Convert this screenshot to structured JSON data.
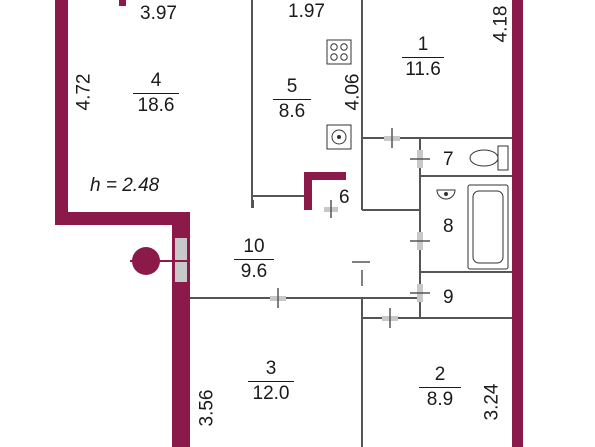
{
  "plan": {
    "colors": {
      "wall": "#8b1a4b",
      "thin_wall": "#555555",
      "door_gap": "#c8c8c8",
      "background": "#ffffff"
    },
    "ceiling_height": "h = 2.48",
    "rooms": [
      {
        "number": "1",
        "area": "11.6"
      },
      {
        "number": "2",
        "area": "8.9"
      },
      {
        "number": "3",
        "area": "12.0"
      },
      {
        "number": "4",
        "area": "18.6"
      },
      {
        "number": "5",
        "area": "8.6"
      },
      {
        "number": "6"
      },
      {
        "number": "7"
      },
      {
        "number": "8"
      },
      {
        "number": "9"
      },
      {
        "number": "10",
        "area": "9.6"
      }
    ],
    "dimensions": [
      "3.97",
      "1.97",
      "4.72",
      "4.06",
      "4.18",
      "3.56",
      "3.24"
    ],
    "fixtures": [
      "stove-icon",
      "sink-icon",
      "toilet-icon",
      "washbasin-icon",
      "bathtub-icon",
      "riser-icon"
    ]
  }
}
